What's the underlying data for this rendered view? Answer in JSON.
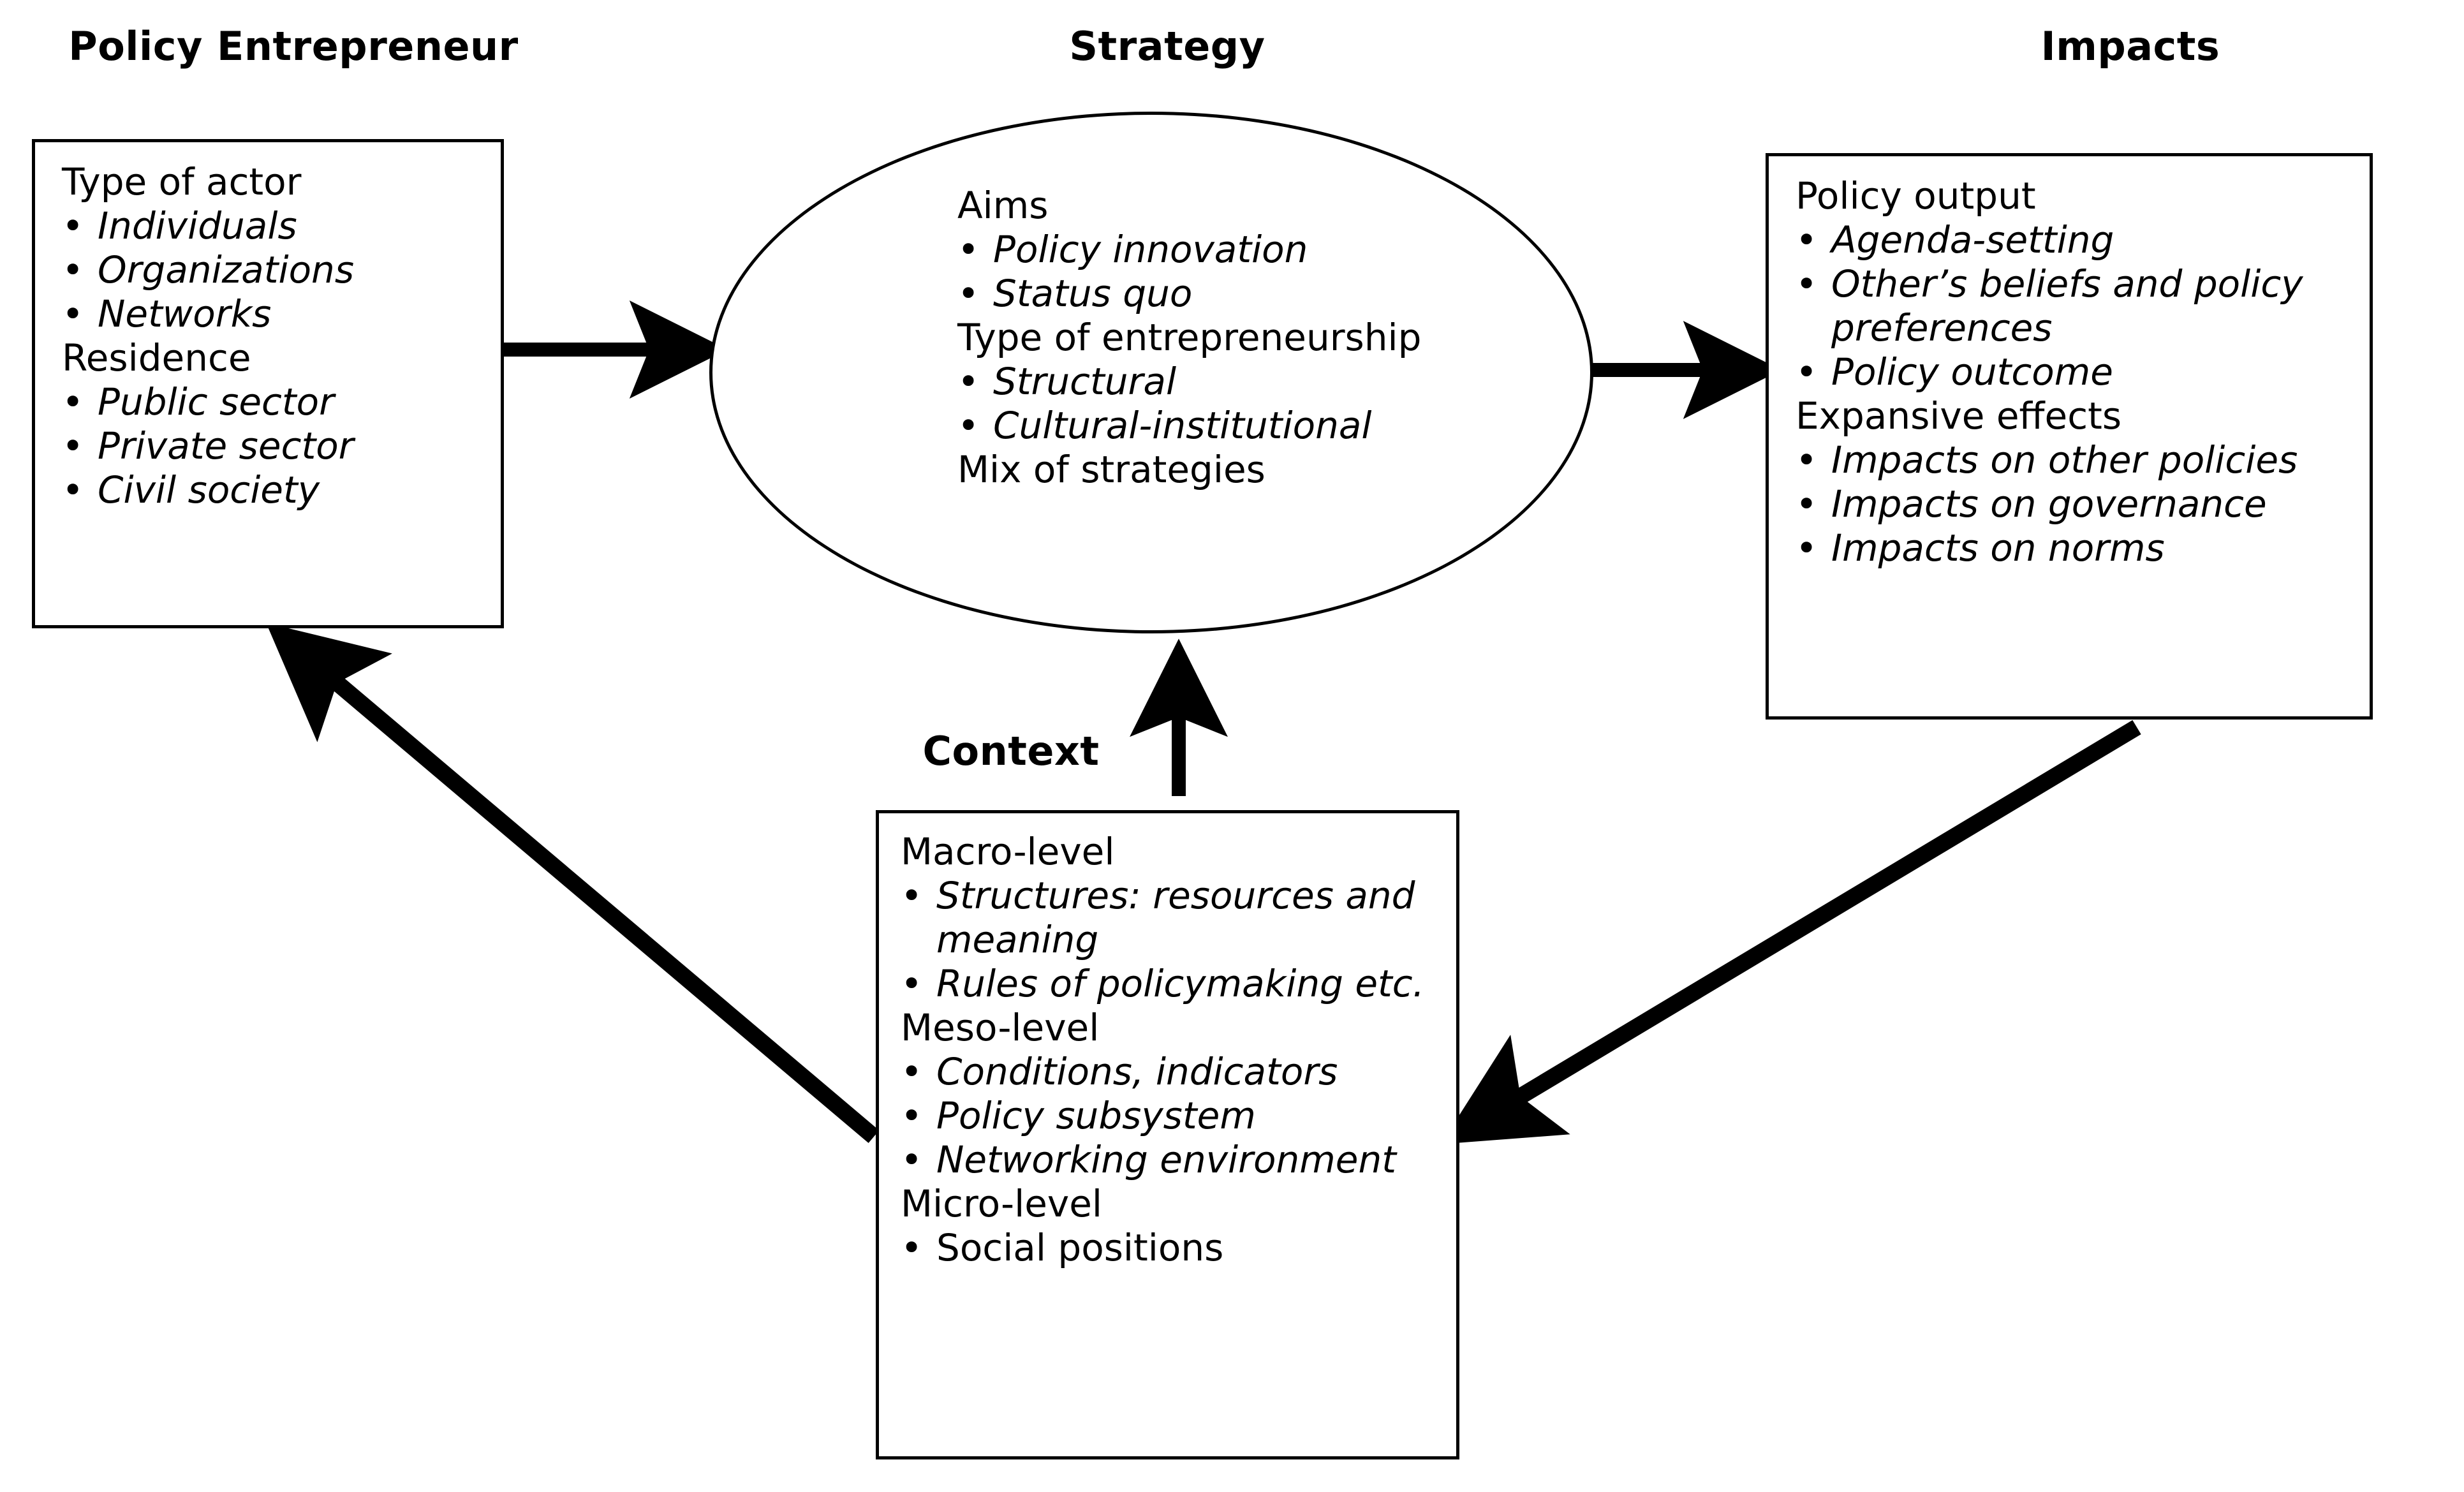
{
  "diagram": {
    "title_strip": [
      "Policy Entrepreneur",
      "Strategy",
      "Impacts",
      "Context"
    ],
    "nodes": {
      "policy_entrepreneur": {
        "title": "Policy Entrepreneur",
        "shape": "rectangle",
        "groups": [
          {
            "header": "Type of actor",
            "items": [
              "Individuals",
              "Organizations",
              "Networks"
            ],
            "italic": true
          },
          {
            "header": "Residence",
            "items": [
              "Public sector",
              "Private sector",
              "Civil society"
            ],
            "italic": true
          }
        ]
      },
      "strategy": {
        "title": "Strategy",
        "shape": "ellipse",
        "groups": [
          {
            "header": "Aims",
            "items": [
              "Policy innovation",
              "Status quo"
            ],
            "italic": true
          },
          {
            "header": "Type of entrepreneurship",
            "items": [
              "Structural",
              "Cultural-institutional"
            ],
            "italic": true
          },
          {
            "header": "Mix of strategies",
            "items": [],
            "italic": true
          }
        ]
      },
      "impacts": {
        "title": "Impacts",
        "shape": "rectangle",
        "groups": [
          {
            "header": "Policy output",
            "items": [
              "Agenda-setting",
              "Other’s beliefs and policy preferences",
              "Policy outcome"
            ],
            "italic": true
          },
          {
            "header": "Expansive effects",
            "items": [
              "Impacts on other policies",
              "Impacts on governance",
              "Impacts on norms"
            ],
            "italic": true
          }
        ]
      },
      "context": {
        "title": "Context",
        "shape": "rectangle",
        "groups": [
          {
            "header": "Macro-level",
            "items": [
              "Structures: resources and meaning",
              "Rules of policymaking etc."
            ],
            "italic": true
          },
          {
            "header": "Meso-level",
            "items": [
              "Conditions, indicators",
              "Policy subsystem",
              "Networking environment"
            ],
            "italic": true
          },
          {
            "header": "Micro-level",
            "items": [
              "Social positions"
            ],
            "italic": false
          }
        ]
      }
    },
    "edges": [
      {
        "name": "policy-entrepreneur-to-strategy",
        "from": "policy_entrepreneur",
        "to": "strategy",
        "style": "straight-horizontal"
      },
      {
        "name": "strategy-to-impacts",
        "from": "strategy",
        "to": "impacts",
        "style": "straight-horizontal"
      },
      {
        "name": "context-to-strategy",
        "from": "context",
        "to": "strategy",
        "style": "straight-vertical"
      },
      {
        "name": "impacts-to-context",
        "from": "impacts",
        "to": "context",
        "style": "diagonal"
      },
      {
        "name": "context-to-policy-entrepreneur",
        "from": "context",
        "to": "policy_entrepreneur",
        "style": "diagonal"
      }
    ],
    "bullet_glyph": "•",
    "colors": {
      "stroke": "#000000",
      "background": "#ffffff",
      "text": "#000000"
    }
  }
}
